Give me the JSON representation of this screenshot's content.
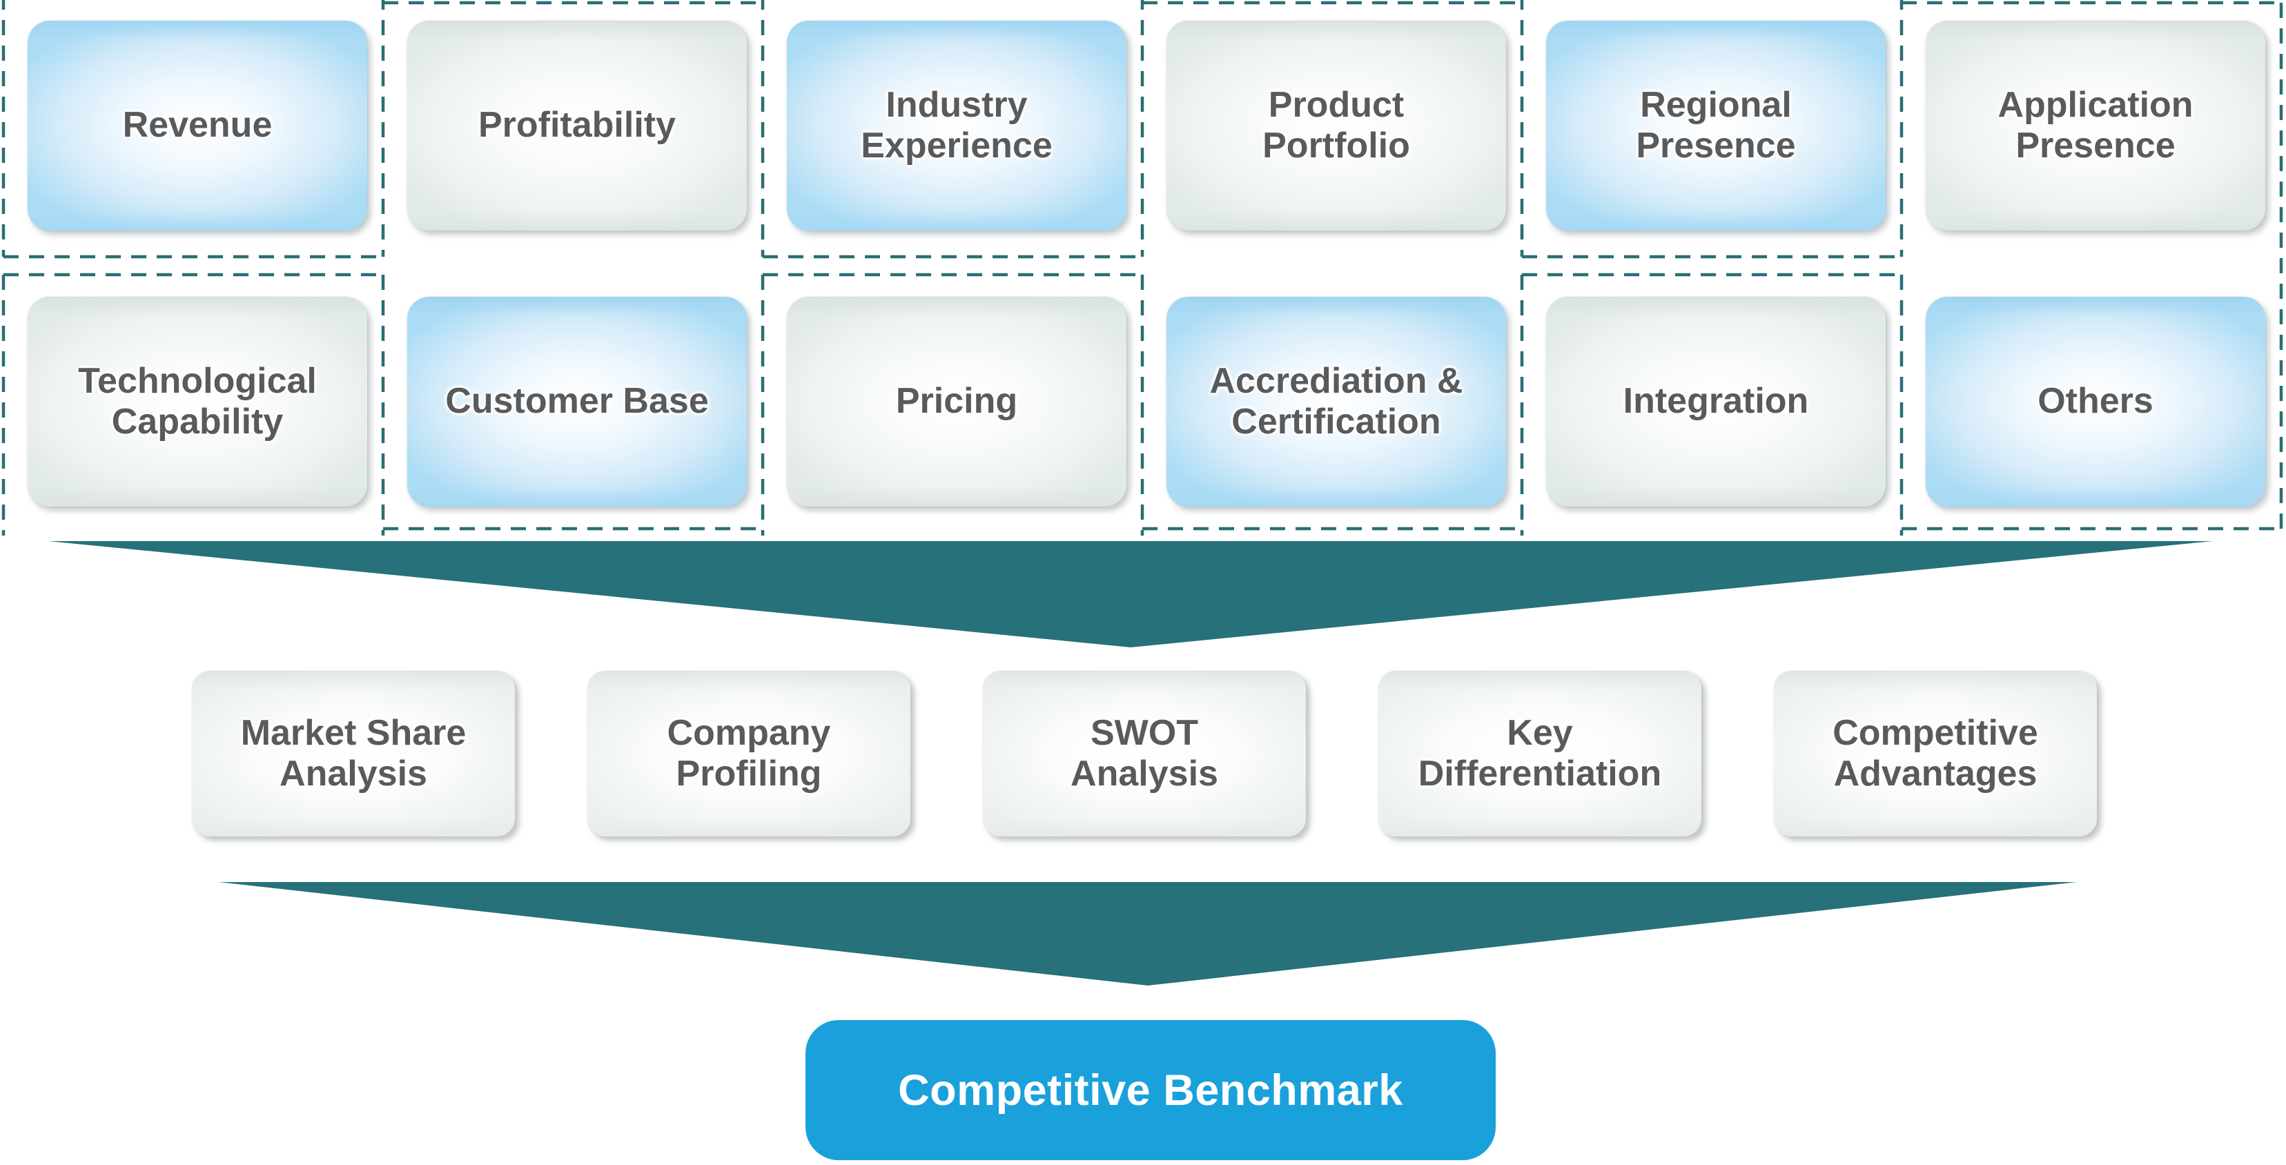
{
  "diagram": {
    "criteria_rows": {
      "row1": [
        {
          "label": "Revenue"
        },
        {
          "label": "Profitability"
        },
        {
          "label": "Industry\nExperience"
        },
        {
          "label": "Product\nPortfolio"
        },
        {
          "label": "Regional\nPresence"
        },
        {
          "label": "Application\nPresence"
        }
      ],
      "row2": [
        {
          "label": "Technological\nCapability"
        },
        {
          "label": "Customer Base"
        },
        {
          "label": "Pricing"
        },
        {
          "label": "Accrediation &\nCertification"
        },
        {
          "label": "Integration"
        },
        {
          "label": "Others"
        }
      ]
    },
    "analysis_steps": [
      {
        "label": "Market Share\nAnalysis"
      },
      {
        "label": "Company\nProfiling"
      },
      {
        "label": "SWOT\nAnalysis"
      },
      {
        "label": "Key\nDifferentiation"
      },
      {
        "label": "Competitive\nAdvantages"
      }
    ],
    "result_label": "Competitive Benchmark",
    "colors": {
      "dashed_border_teal": "#2a6e74",
      "funnel_arrow_teal": "#26717a",
      "result_button_blue": "#1aa1dc",
      "box_label_gray": "#595a5c",
      "blue_box_edge": "#abdcf5",
      "gray_box_edge": "#e2e9e9"
    }
  }
}
